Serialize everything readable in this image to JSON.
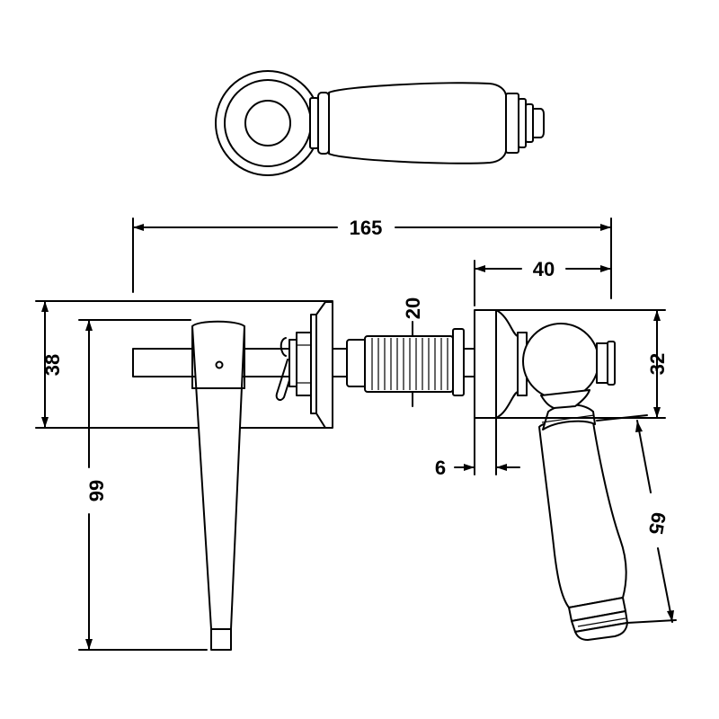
{
  "dimensions": {
    "overall_width": "165",
    "handle_body_width": "40",
    "spindle_diameter": "20",
    "wall_depth": "38",
    "cistern_lever_length": "99",
    "handle_height": "32",
    "flange_thickness": "6",
    "handle_length": "65"
  },
  "colors": {
    "line": "#000000",
    "background": "#ffffff"
  }
}
